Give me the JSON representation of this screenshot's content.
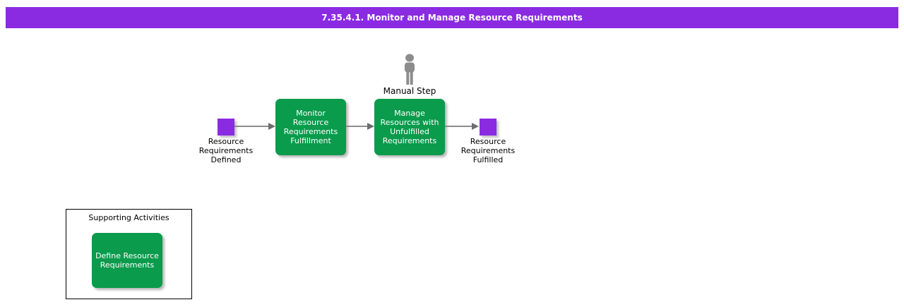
{
  "header": {
    "title": "7.35.4.1. Monitor and Manage Resource Requirements"
  },
  "diagram": {
    "start_event": {
      "label": "Resource\nRequirements\nDefined"
    },
    "steps": [
      {
        "label": "Monitor\nResource\nRequirements\nFulfillment"
      },
      {
        "label": "Manage\nResources with\nUnfulfilled\nRequirements",
        "annotation": "Manual Step"
      }
    ],
    "end_event": {
      "label": "Resource\nRequirements\nFulfilled"
    },
    "manual_step_label": "Manual Step"
  },
  "supporting": {
    "title": "Supporting Activities",
    "activities": [
      {
        "label": "Define Resource\nRequirements"
      }
    ]
  },
  "colors": {
    "header_bar": "#8a2be2",
    "event_square": "#8a2be2",
    "activity_green": "#0a9b4c",
    "arrow_gray": "#8c8c8c",
    "person_gray": "#8c8c8c"
  }
}
